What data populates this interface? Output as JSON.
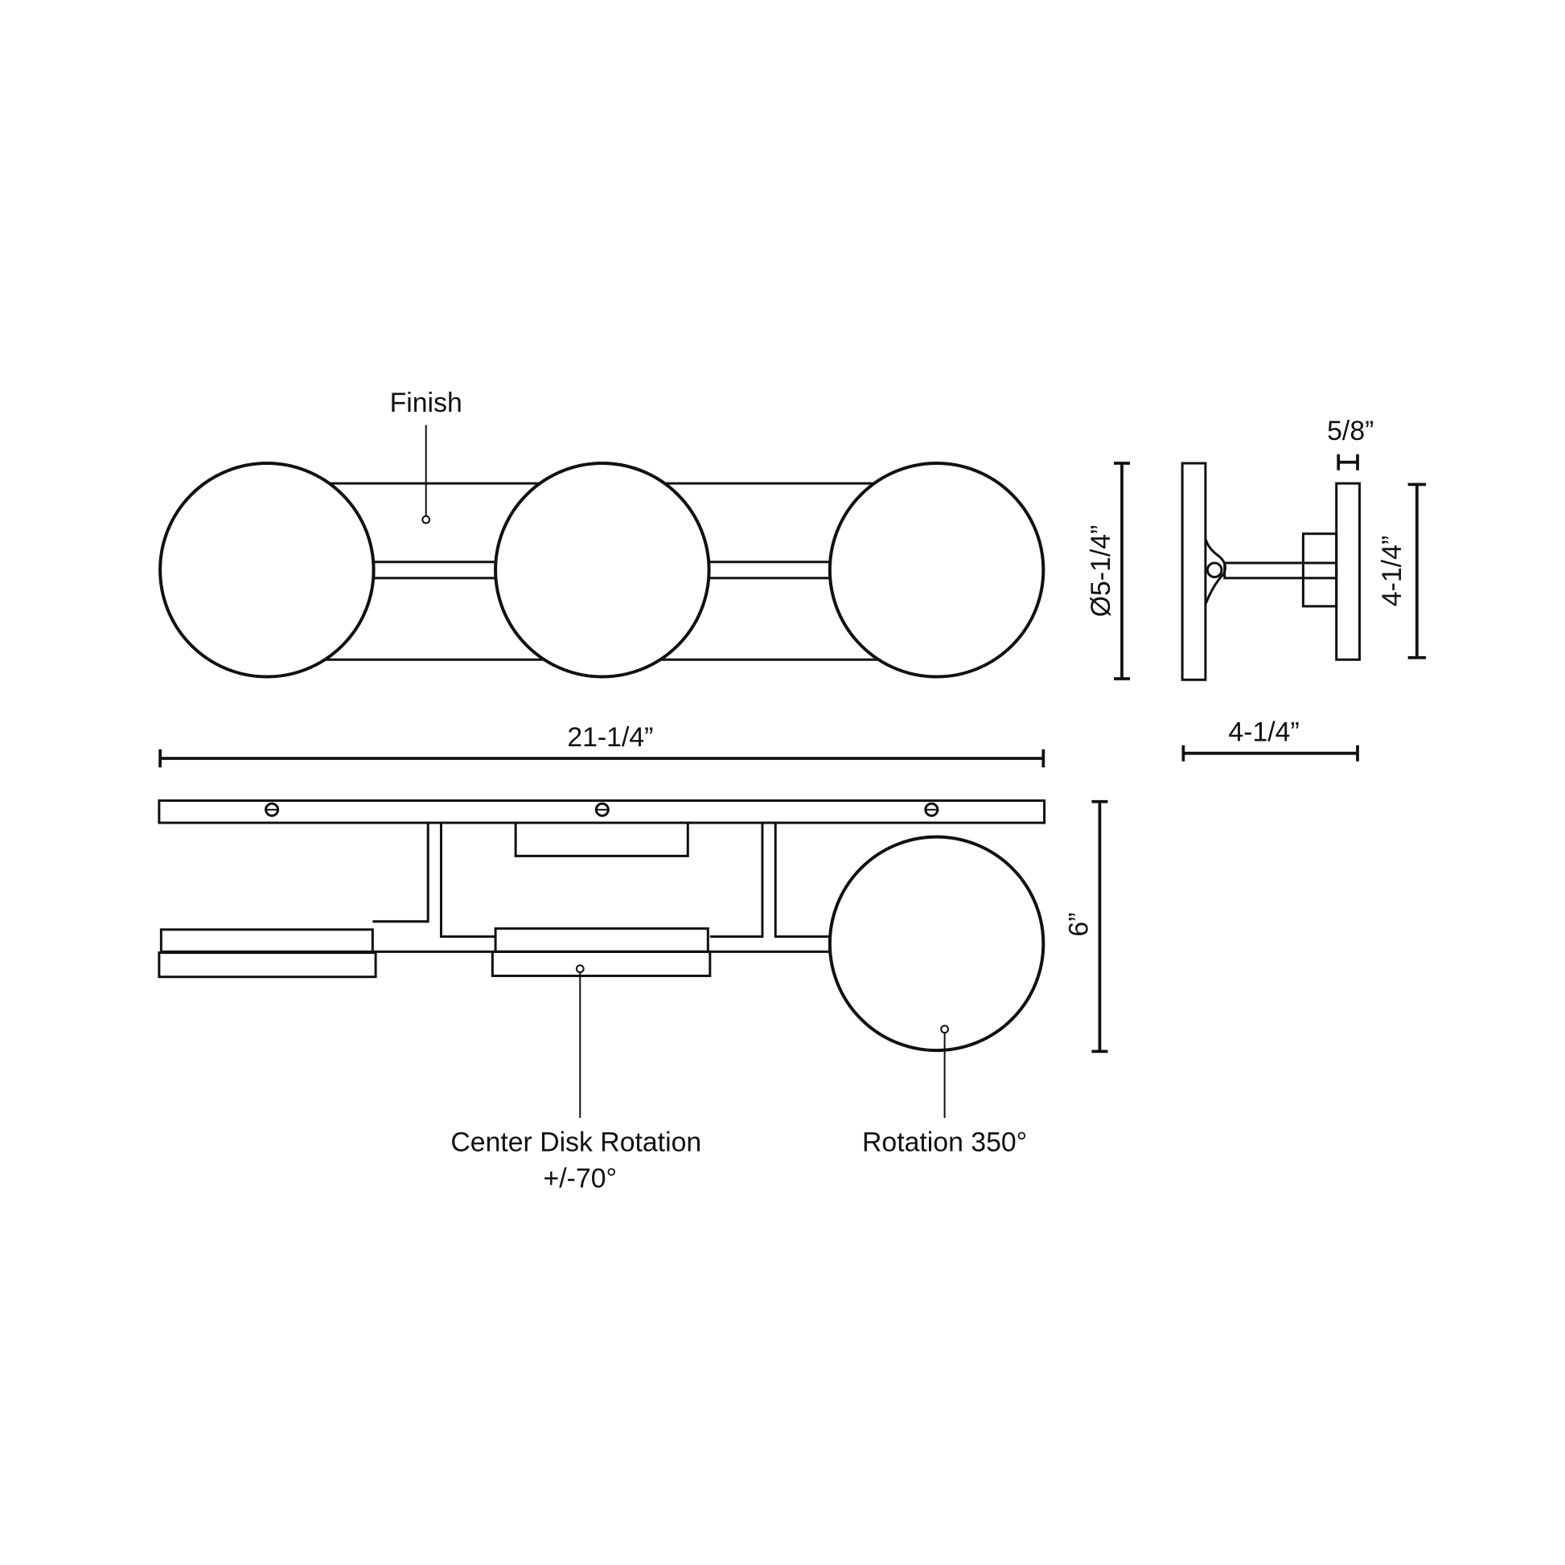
{
  "labels": {
    "finish": "Finish",
    "center_disk_rotation_line1": "Center Disk Rotation",
    "center_disk_rotation_line2": "+/-70°",
    "rotation": "Rotation 350°"
  },
  "dimensions": {
    "overall_width": "21-1/4”",
    "disk_diameter": "Ø5-1/4”",
    "height": "6”",
    "canopy_thickness": "5/8”",
    "canopy_height": "4-1/4”",
    "extension": "4-1/4”"
  },
  "colors": {
    "line": "#111111",
    "background": "#ffffff"
  }
}
